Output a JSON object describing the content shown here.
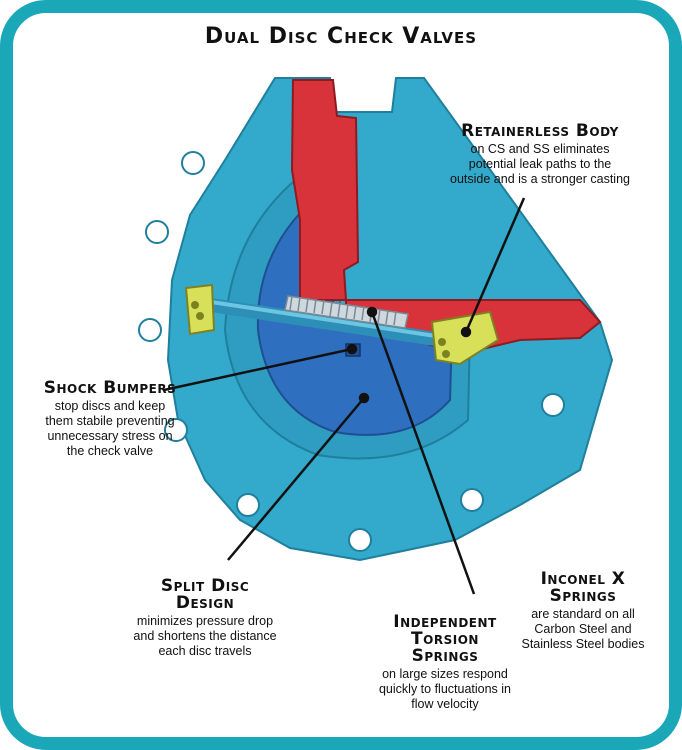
{
  "title": "Dual Disc Check Valves",
  "colors": {
    "frame": "#1aa7b8",
    "body_cyan": "#33a9cc",
    "disc_blue": "#2f6fbf",
    "cutaway_red": "#d8323b",
    "retainer_yellow": "#d8e05a",
    "spring_gray": "#cfd8df"
  },
  "callouts": {
    "retainerless": {
      "heading": "Retainerless Body",
      "body": [
        "on CS and SS eliminates",
        "potential leak paths to the",
        "outside and is a stronger casting"
      ]
    },
    "shock": {
      "heading": "Shock Bumpers",
      "body": [
        "stop discs and keep",
        "them stabile preventing",
        "unnecessary stress on",
        "the check valve"
      ]
    },
    "split": {
      "heading": [
        "Split Disc",
        "Design"
      ],
      "body": [
        "minimizes pressure drop",
        "and shortens the distance",
        "each disc travels"
      ]
    },
    "torsion": {
      "heading": [
        "Independent",
        "Torsion",
        "Springs"
      ],
      "body": [
        "on large sizes respond",
        "quickly to fluctuations in",
        "flow velocity"
      ]
    },
    "inconel": {
      "heading": [
        "Inconel X",
        "Springs"
      ],
      "body": [
        "are standard on all",
        "Carbon Steel and",
        "Stainless Steel bodies"
      ]
    }
  }
}
